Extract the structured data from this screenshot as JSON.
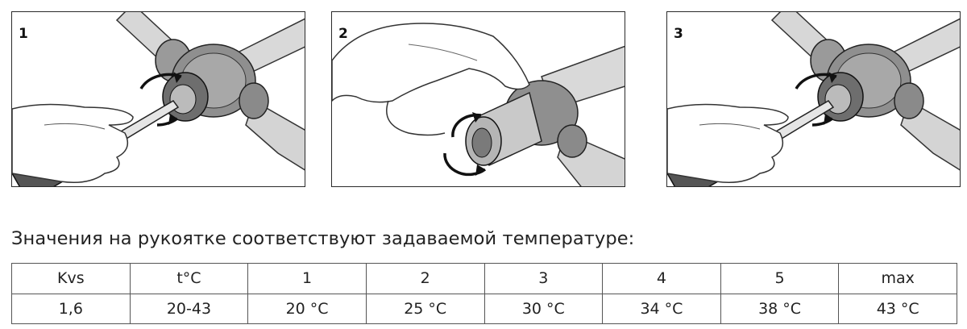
{
  "panels": [
    {
      "number": "1",
      "icon": "screwdriver-rotate-icon"
    },
    {
      "number": "2",
      "icon": "hand-rotate-handle-icon"
    },
    {
      "number": "3",
      "icon": "screwdriver-rotate-icon"
    }
  ],
  "caption": "Значения на рукоятке соответствуют задаваемой температуре:",
  "table": {
    "header": [
      "Kvs",
      "t°C",
      "1",
      "2",
      "3",
      "4",
      "5",
      "max"
    ],
    "row": [
      "1,6",
      "20-43",
      "20 °C",
      "25 °C",
      "30 °C",
      "34 °C",
      "38 °C",
      "43 °C"
    ]
  }
}
